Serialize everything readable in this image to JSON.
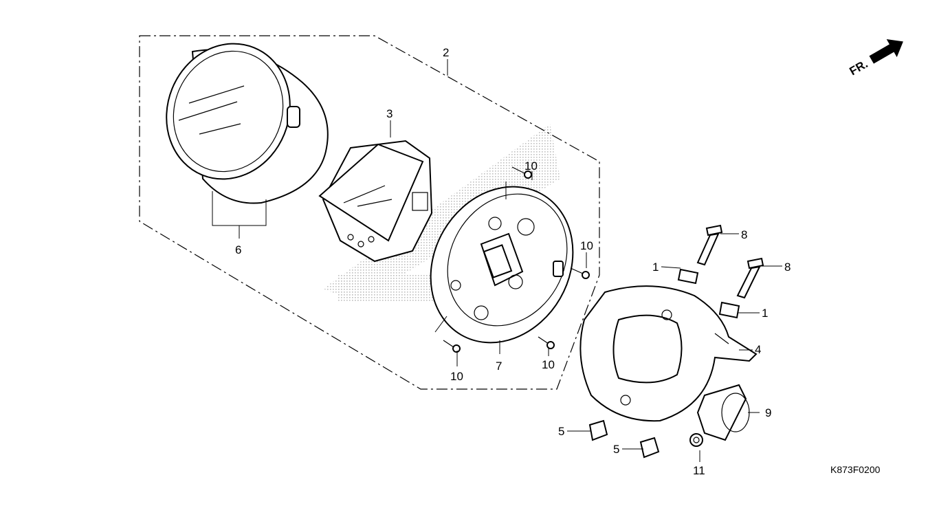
{
  "diagram": {
    "frame_code": "K873F0200",
    "direction_label": "FR.",
    "callouts": {
      "c1a": "1",
      "c1b": "1",
      "c2": "2",
      "c3": "3",
      "c4": "4",
      "c5a": "5",
      "c5b": "5",
      "c6": "6",
      "c7": "7",
      "c8a": "8",
      "c8b": "8",
      "c9": "9",
      "c10a": "10",
      "c10b": "10",
      "c10c": "10",
      "c10d": "10",
      "c11": "11"
    }
  }
}
